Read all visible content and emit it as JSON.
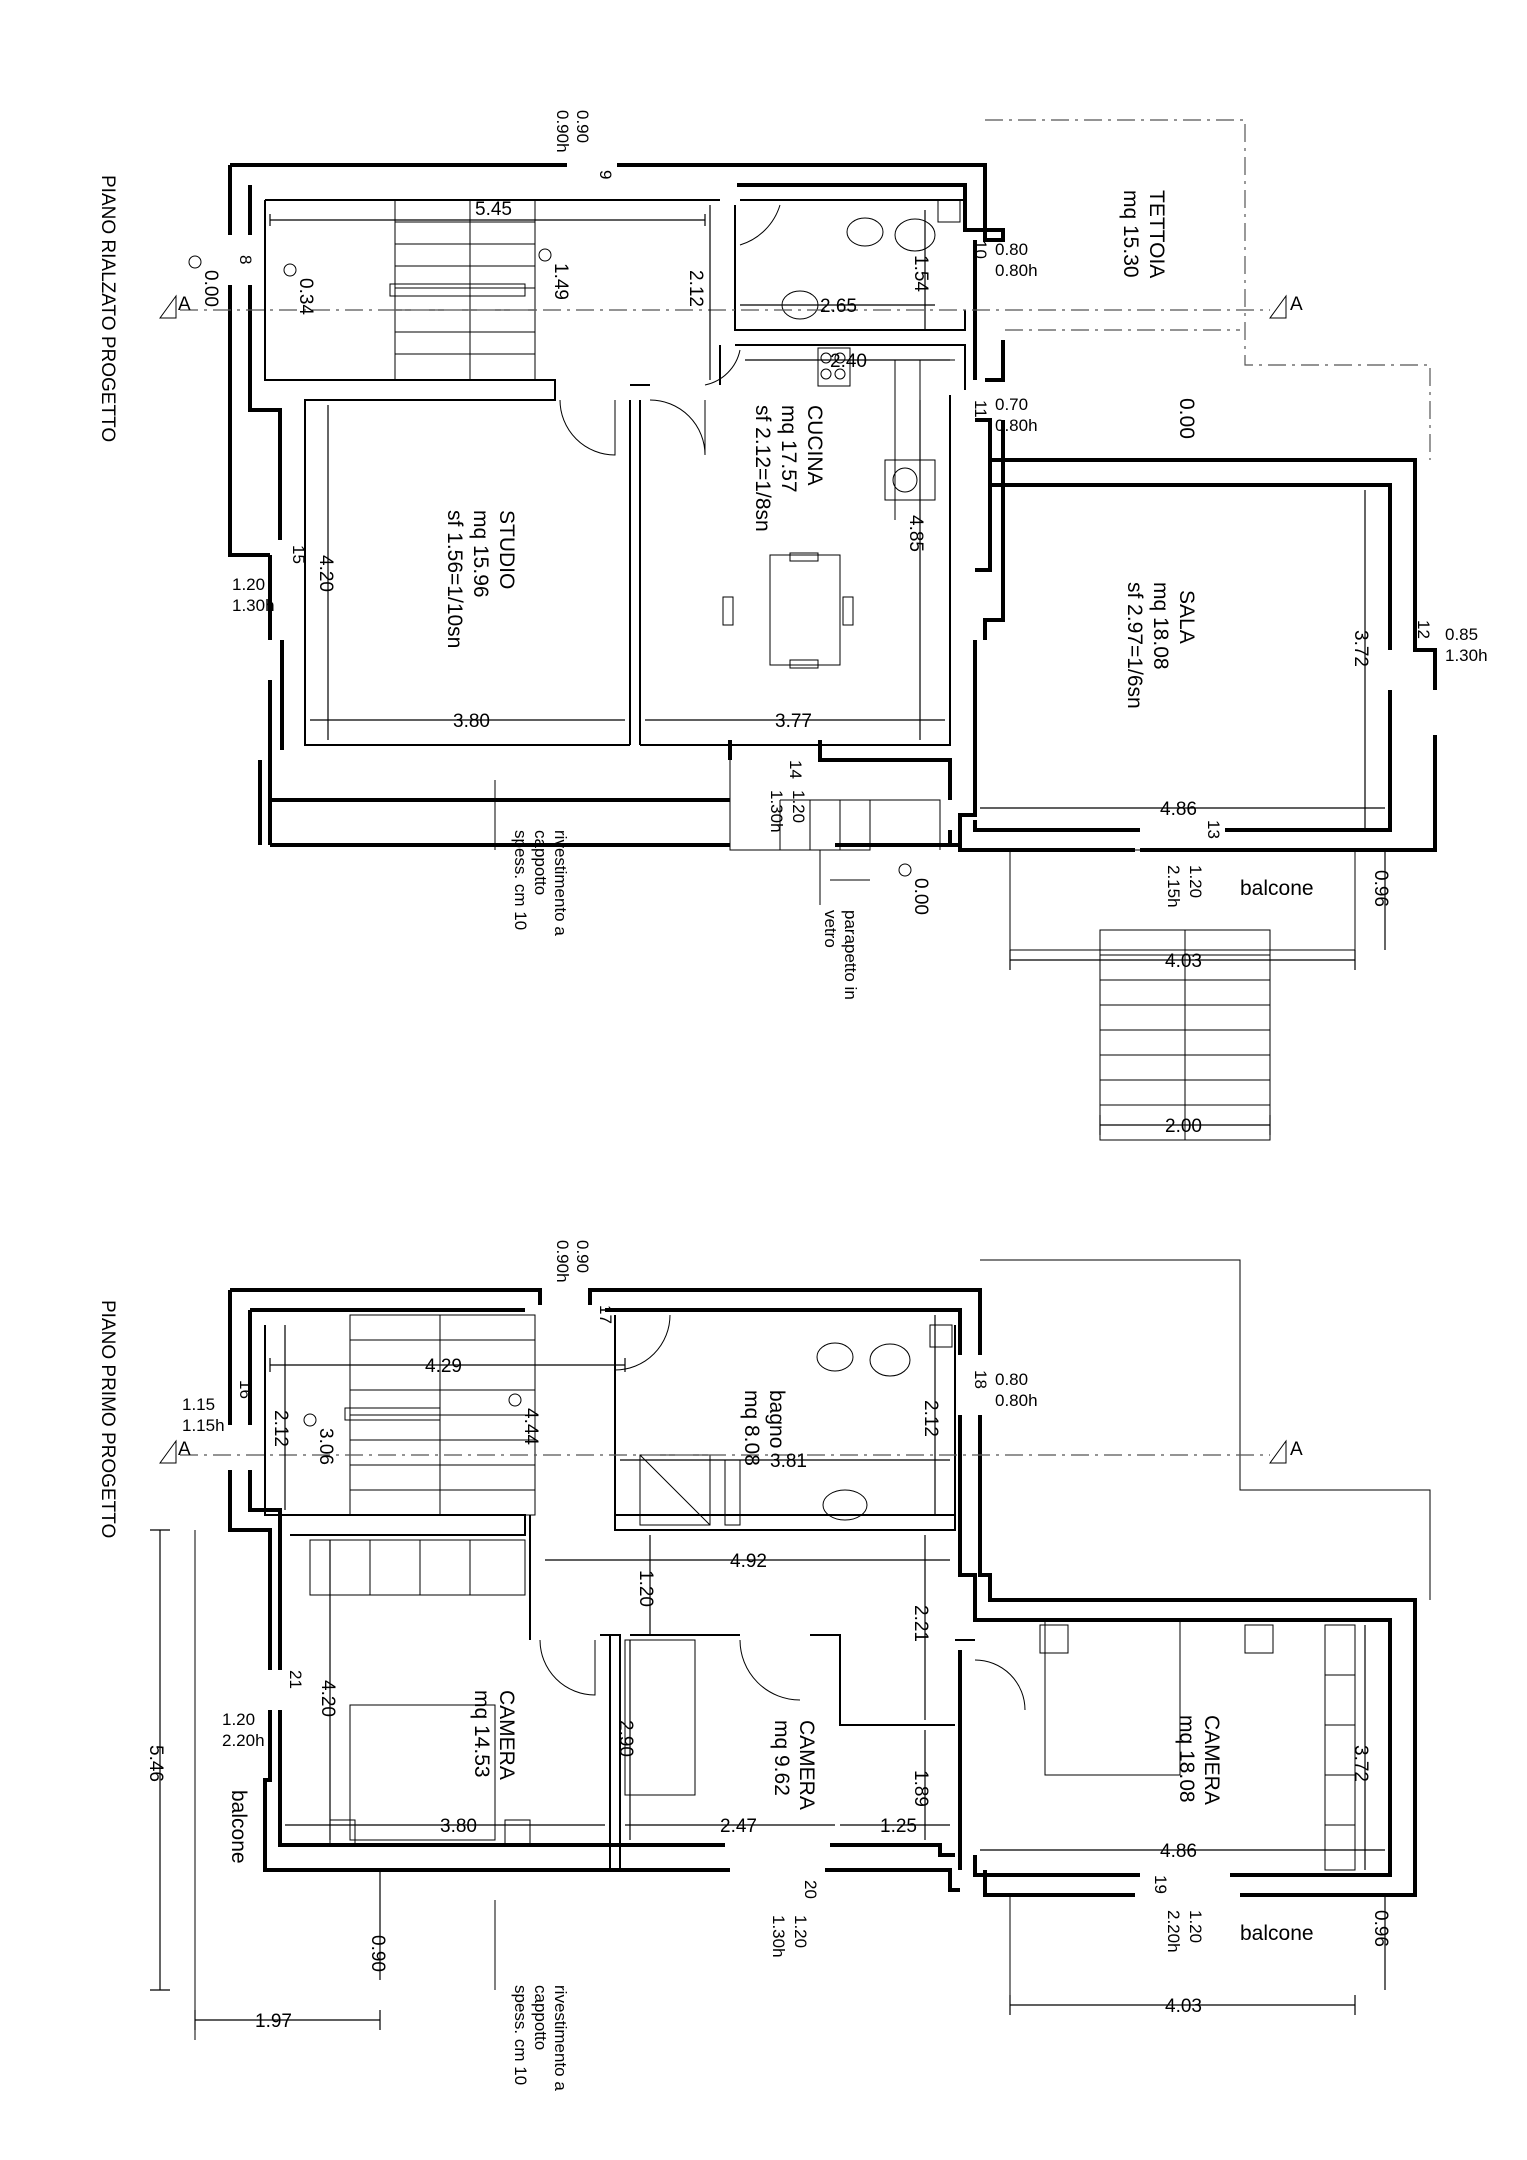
{
  "ground_floor": {
    "title": "PIANO RIALZATO PROGETTO",
    "rooms": {
      "studio": {
        "name": "STUDIO",
        "area": "mq 15.96",
        "ratio": "sf 1.56=1/10sn"
      },
      "cucina": {
        "name": "CUCINA",
        "area": "mq 17.57",
        "ratio": "sf 2.12=1/8sn"
      },
      "sala": {
        "name": "SALA",
        "area": "mq 18.08",
        "ratio": "sf 2.97=1/6sn"
      },
      "tettoia": {
        "name": "TETTOIA",
        "area": "mq 15.30"
      }
    },
    "levels": {
      "entrance": "0.00",
      "hall": "0.34",
      "landing": "1.49",
      "terrace": "0.00",
      "stair_bottom": "0.00"
    },
    "dims": {
      "stair_width": "5.45",
      "hall_depth": "2.12",
      "bath_width": "2.65",
      "bath_depth": "1.54",
      "kitchen_top": "2.40",
      "studio_depth": "4.20",
      "studio_width": "3.80",
      "kitchen_width": "3.77",
      "kitchen_depth": "4.85",
      "sala_depth": "3.72",
      "sala_width": "4.86",
      "balcony_width": "4.03",
      "stair_ext_width": "2.00",
      "balcony_depth": "0.96"
    },
    "openings": {
      "n9": {
        "id": "9",
        "w": "0.90",
        "h": "0.90h"
      },
      "n8": {
        "id": "8"
      },
      "n10": {
        "id": "10",
        "w": "0.80",
        "h": "0.80h"
      },
      "n11": {
        "id": "11",
        "w": "0.70",
        "h": "0.80h"
      },
      "n12": {
        "id": "12",
        "w": "0.85",
        "h": "1.30h"
      },
      "n13": {
        "id": "13",
        "w": "1.20",
        "h": "2.15h"
      },
      "n14": {
        "id": "14",
        "w": "1.20",
        "h": "1.30h"
      },
      "n15": {
        "id": "15",
        "w": "1.20",
        "h": "1.30h"
      }
    },
    "notes": {
      "balcone": "balcone",
      "cladding": [
        "rivestimento a",
        "cappotto",
        "spess. cm 10"
      ],
      "parapet": [
        "parapetto in",
        "vetro"
      ]
    },
    "section_mark": "A"
  },
  "first_floor": {
    "title": "PIANO PRIMO PROGETTO",
    "rooms": {
      "bagno": {
        "name": "bagno",
        "area": "mq 8.08"
      },
      "camera1": {
        "name": "CAMERA",
        "area": "mq 14.53"
      },
      "camera2": {
        "name": "CAMERA",
        "area": "mq 9.62"
      },
      "camera3": {
        "name": "CAMERA",
        "area": "mq 18.08"
      }
    },
    "levels": {
      "landing": "3.06",
      "top": "4.44"
    },
    "dims": {
      "stair_width": "4.29",
      "stair_depth": "2.12",
      "bath_width": "3.81",
      "bath_depth": "2.12",
      "corridor_width": "4.92",
      "corridor_depth": "1.20",
      "corridor_right": "2.21",
      "cam1_depth": "4.20",
      "cam1_width": "3.80",
      "cam2_depth": "2.90",
      "cam2_width": "2.47",
      "cam2_closet": "1.25",
      "cam2_side": "1.89",
      "cam3_depth": "3.72",
      "cam3_width": "4.86",
      "balcony_width": "4.03",
      "balcony_depth": "0.96",
      "left_total": "5.46",
      "left_balcony": "0.90",
      "left_balcony_width": "1.97"
    },
    "openings": {
      "n16": {
        "id": "16",
        "w": "1.15",
        "h": "1.15h"
      },
      "n17": {
        "id": "17",
        "w": "0.90",
        "h": "0.90h"
      },
      "n18": {
        "id": "18",
        "w": "0.80",
        "h": "0.80h"
      },
      "n19": {
        "id": "19",
        "w": "1.20",
        "h": "2.20h"
      },
      "n20": {
        "id": "20",
        "w": "1.20",
        "h": "1.30h"
      },
      "n21": {
        "id": "21",
        "w": "1.20",
        "h": "2.20h"
      }
    },
    "notes": {
      "balcone_left": "balcone",
      "balcone_right": "balcone",
      "cladding": [
        "rivestimento a",
        "cappotto",
        "spess. cm 10"
      ]
    },
    "section_mark": "A"
  }
}
